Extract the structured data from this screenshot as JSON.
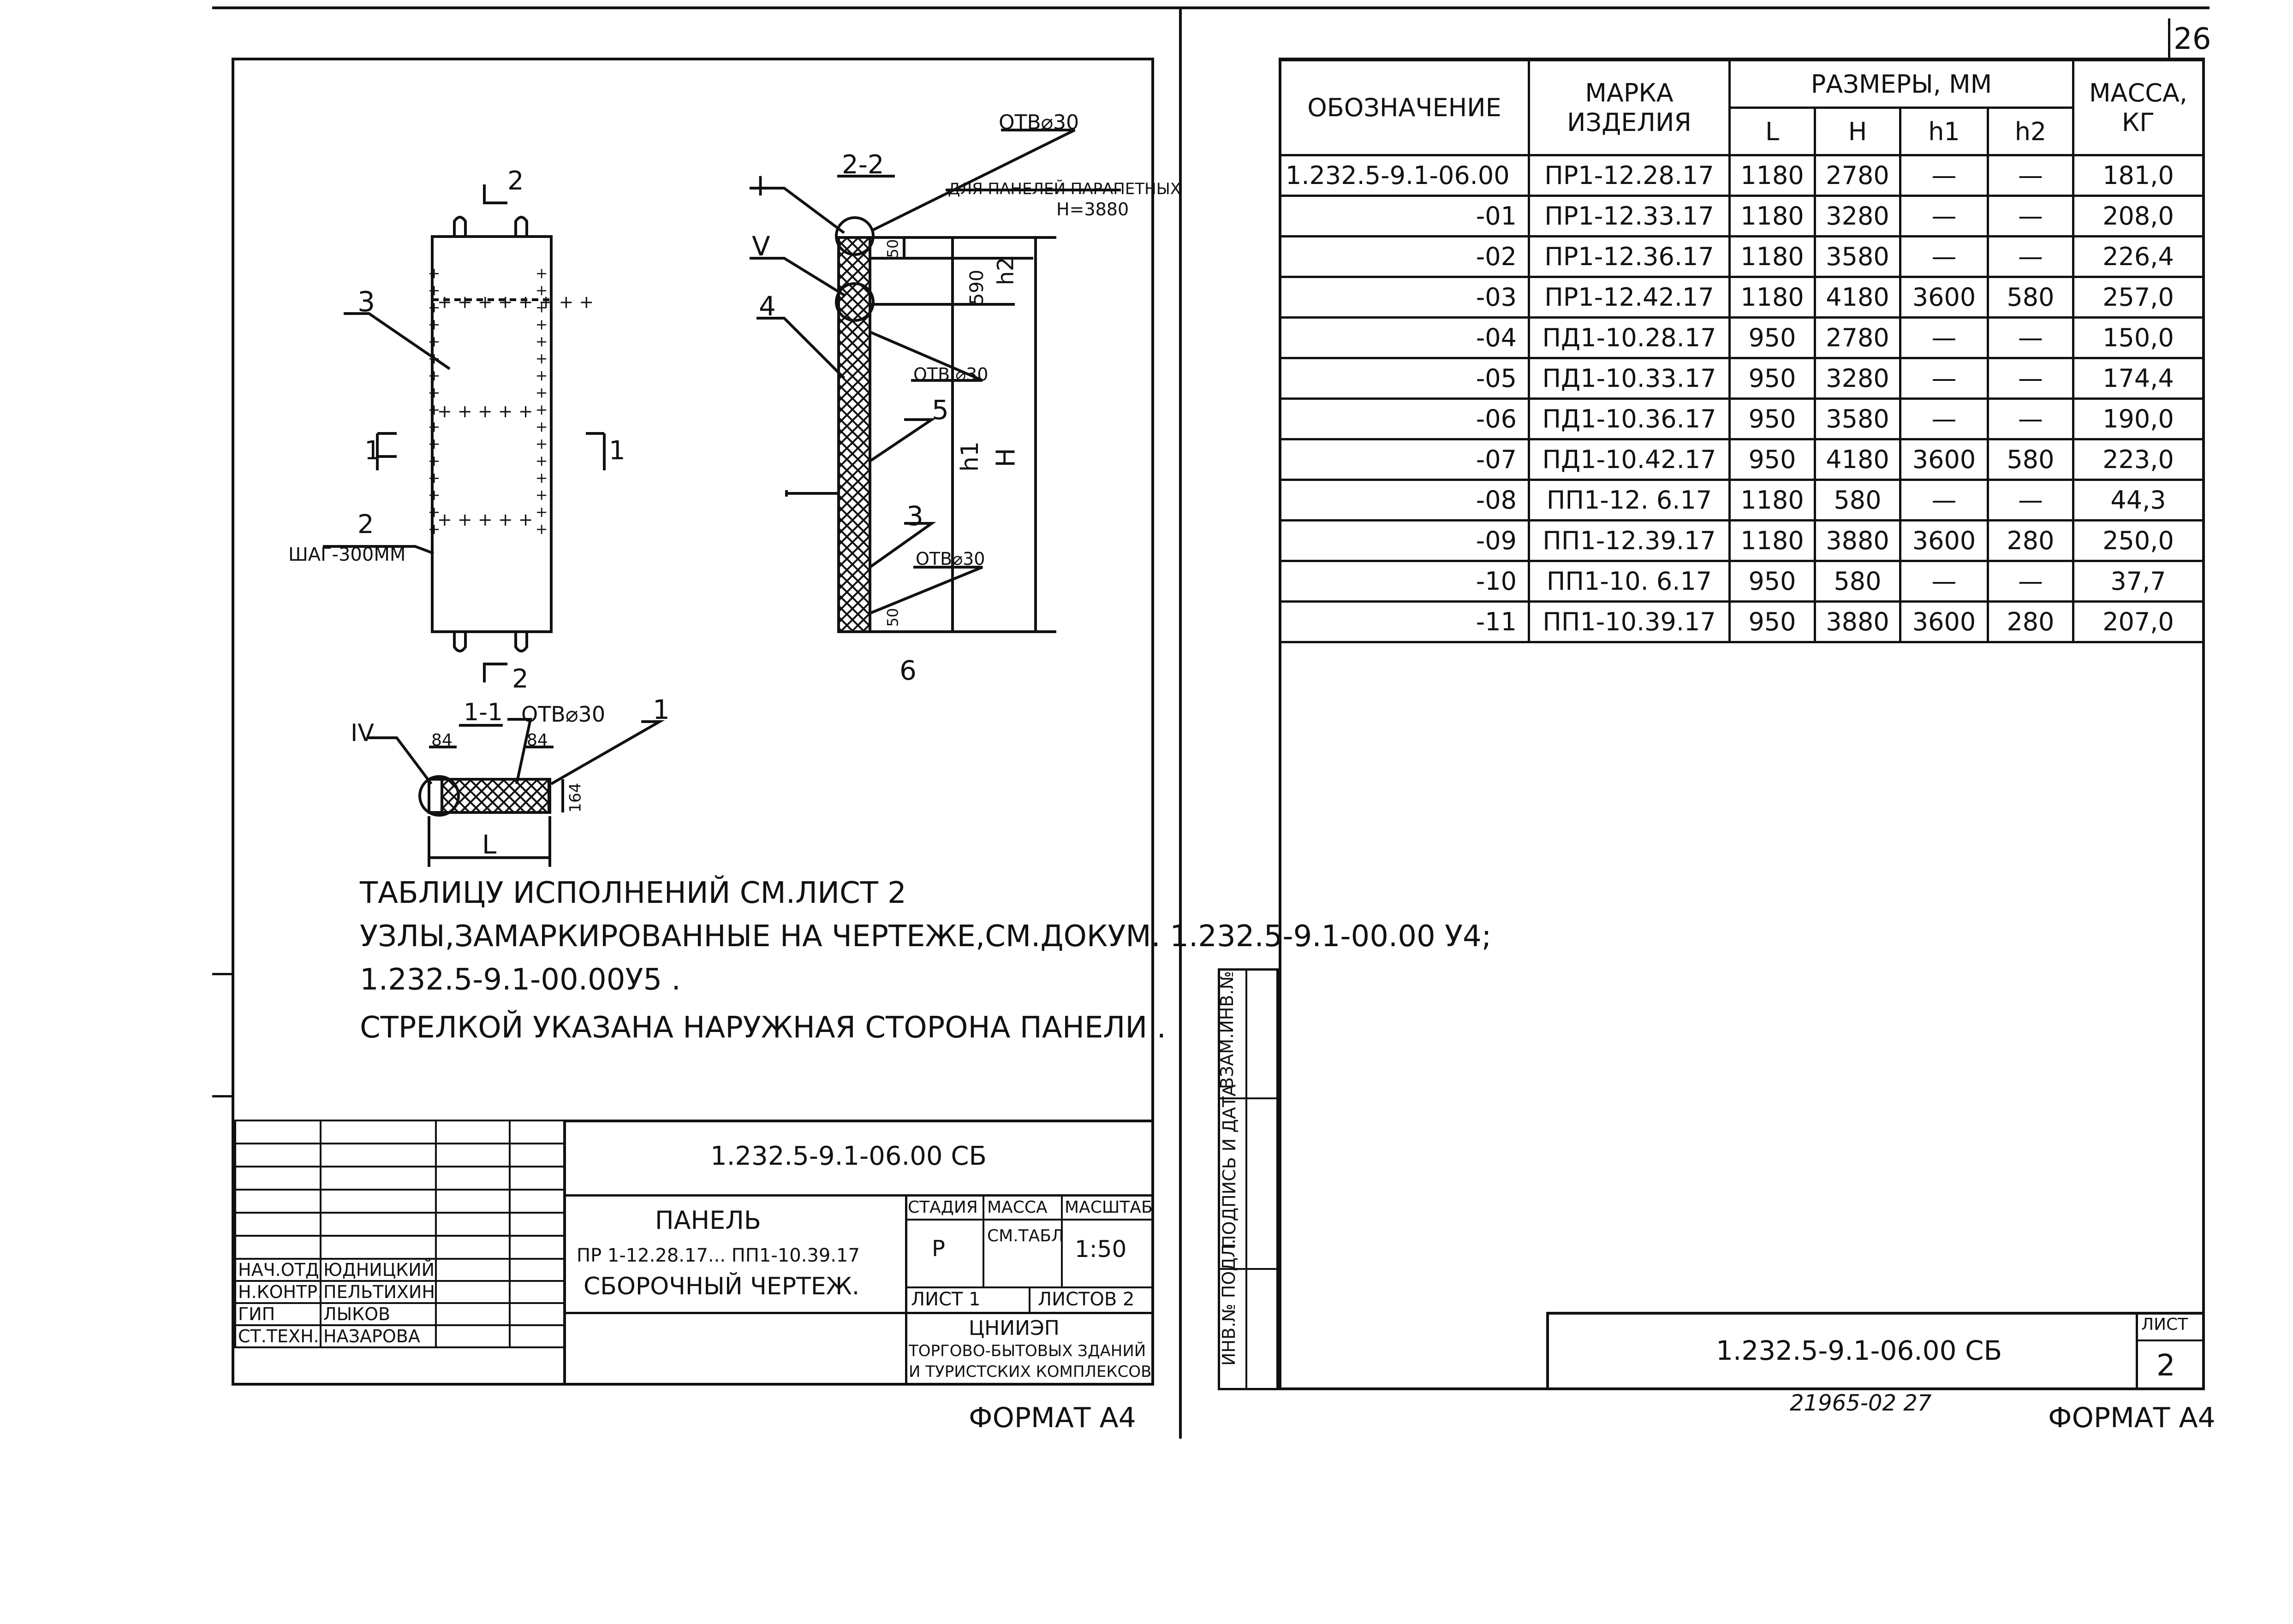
{
  "page_number": "26",
  "left_sheet": {
    "drawing": {
      "section_2_2": "2-2",
      "section_1_1": "1-1",
      "section_mark_2": "2",
      "section_mark_1": "1",
      "otv_30": "ОТВ⌀30",
      "otv_30_dot": "ОТВ.⌀30",
      "parapet_note_line1": "ДЛЯ ПАНЕЛЕЙ ПАРАПЕТНЫХ",
      "parapet_note_line2": "Н=3880",
      "pos_1": "1",
      "pos_2": "2",
      "pos_3": "3",
      "pos_4": "4",
      "pos_5": "5",
      "pos_6": "6",
      "node_I": "I",
      "node_IV": "IV",
      "node_V": "V",
      "step_label": "ШАГ-300ММ",
      "dim_590": "590",
      "dim_50": "50",
      "dim_h2": "h2",
      "dim_h1": "h1",
      "dim_H": "H",
      "dim_84": "84",
      "dim_164": "164",
      "dim_L": "L"
    },
    "notes": [
      "ТАБЛИЦУ ИСПОЛНЕНИЙ СМ.ЛИСТ 2",
      "УЗЛЫ,ЗАМАРКИРОВАННЫЕ НА ЧЕРТЕЖЕ,СМ.ДОКУМ. 1.232.5-9.1-00.00 У4;",
      "1.232.5-9.1-00.00У5 .",
      "СТРЕЛКОЙ УКАЗАНА НАРУЖНАЯ СТОРОНА ПАНЕЛИ ."
    ],
    "stamp": {
      "doc_code": "1.232.5-9.1-06.00 СБ",
      "title": "ПАНЕЛЬ",
      "subtitle": "ПР 1-12.28.17... ПП1-10.39.17",
      "drawing_type": "СБОРОЧНЫЙ ЧЕРТЕЖ.",
      "col_stage": "СТАДИЯ",
      "col_mass": "МАССА",
      "col_scale": "МАСШТАБ",
      "stage": "Р",
      "mass": "СМ.ТАБЛ",
      "scale": "1:50",
      "sheet": "ЛИСТ 1",
      "sheets": "ЛИСТОВ 2",
      "org_line1": "ЦНИИЭП",
      "org_line2": "ТОРГОВО-БЫТОВЫХ ЗДАНИЙ",
      "org_line3": "И ТУРИСТСКИХ КОМПЛЕКСОВ",
      "signers": [
        {
          "role": "НАЧ.ОТД.",
          "name": "ЮДНИЦКИЙ"
        },
        {
          "role": "Н.КОНТР.",
          "name": "ПЕЛЬТИХИНА"
        },
        {
          "role": "ГИП",
          "name": "ЛЫКОВ"
        },
        {
          "role": "СТ.ТЕХН.",
          "name": "НАЗАРОВА"
        }
      ]
    },
    "format": "ФОРМАТ А4"
  },
  "right_sheet": {
    "table": {
      "headers": {
        "designation": "ОБОЗНАЧЕНИЕ",
        "mark": "МАРКА ИЗДЕЛИЯ",
        "sizes": "РАЗМЕРЫ, ММ",
        "mass": "МАССА, КГ",
        "L": "L",
        "H": "H",
        "h1": "h1",
        "h2": "h2"
      },
      "rows": [
        [
          "1.232.5-9.1-06.00",
          "ПР1-12.28.17",
          "1180",
          "2780",
          "—",
          "—",
          "181,0"
        ],
        [
          "-01",
          "ПР1-12.33.17",
          "1180",
          "3280",
          "—",
          "—",
          "208,0"
        ],
        [
          "-02",
          "ПР1-12.36.17",
          "1180",
          "3580",
          "—",
          "—",
          "226,4"
        ],
        [
          "-03",
          "ПР1-12.42.17",
          "1180",
          "4180",
          "3600",
          "580",
          "257,0"
        ],
        [
          "-04",
          "ПД1-10.28.17",
          "950",
          "2780",
          "—",
          "—",
          "150,0"
        ],
        [
          "-05",
          "ПД1-10.33.17",
          "950",
          "3280",
          "—",
          "—",
          "174,4"
        ],
        [
          "-06",
          "ПД1-10.36.17",
          "950",
          "3580",
          "—",
          "—",
          "190,0"
        ],
        [
          "-07",
          "ПД1-10.42.17",
          "950",
          "4180",
          "3600",
          "580",
          "223,0"
        ],
        [
          "-08",
          "ПП1-12. 6.17",
          "1180",
          "580",
          "—",
          "—",
          "44,3"
        ],
        [
          "-09",
          "ПП1-12.39.17",
          "1180",
          "3880",
          "3600",
          "280",
          "250,0"
        ],
        [
          "-10",
          "ПП1-10. 6.17",
          "950",
          "580",
          "—",
          "—",
          "37,7"
        ],
        [
          "-11",
          "ПП1-10.39.17",
          "950",
          "3880",
          "3600",
          "280",
          "207,0"
        ]
      ]
    },
    "side_labels": [
      "ИНВ.№ ПОДЛ.",
      "ПОДПИСЬ И ДАТА",
      "ВЗАМ.ИНВ.№"
    ],
    "stamp": {
      "doc_code": "1.232.5-9.1-06.00 СБ",
      "sheet_label": "ЛИСТ",
      "sheet_no": "2"
    },
    "archive_no": "21965-02  27",
    "format": "ФОРМАТ А4"
  }
}
